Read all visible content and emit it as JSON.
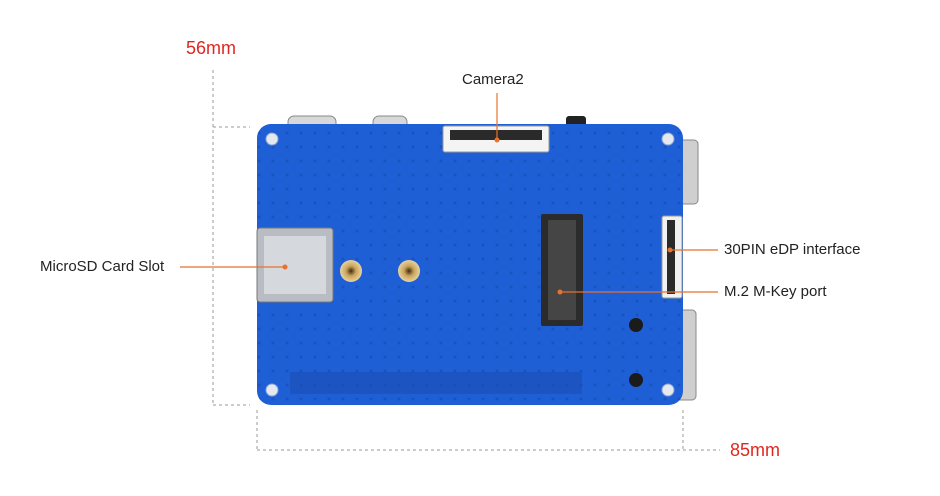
{
  "dimensions": {
    "height": "56mm",
    "width": "85mm"
  },
  "callouts": {
    "camera": "Camera2",
    "microsd": "MicroSD Card Slot",
    "edp": "30PIN eDP interface",
    "m2": "M.2 M-Key port"
  },
  "colors": {
    "pcb": "#1f5fd6",
    "dimension_text": "#e0271f",
    "leader_line": "#e8722c",
    "dashed": "#9a9a9a"
  }
}
